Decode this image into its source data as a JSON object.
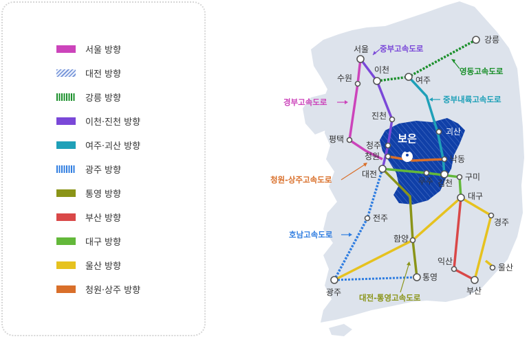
{
  "legend": {
    "items": [
      {
        "label": "서울 방향",
        "color": "#cc44bb",
        "pattern": "solid"
      },
      {
        "label": "대전 방향",
        "color": "#6f8fd6",
        "pattern": "hatch"
      },
      {
        "label": "강릉 방향",
        "color": "#1a8f2a",
        "pattern": "dashed"
      },
      {
        "label": "이천·진천 방향",
        "color": "#7a48d8",
        "pattern": "solid"
      },
      {
        "label": "여주·괴산 방향",
        "color": "#1fa0b8",
        "pattern": "solid"
      },
      {
        "label": "광주 방향",
        "color": "#2f7de0",
        "pattern": "dashed"
      },
      {
        "label": "통영 방향",
        "color": "#8a9418",
        "pattern": "solid"
      },
      {
        "label": "부산 방향",
        "color": "#d94848",
        "pattern": "solid"
      },
      {
        "label": "대구 방향",
        "color": "#63b83a",
        "pattern": "solid"
      },
      {
        "label": "울산 방향",
        "color": "#e6c21f",
        "pattern": "solid"
      },
      {
        "label": "청원·상주 방향",
        "color": "#d96f2a",
        "pattern": "solid"
      }
    ]
  },
  "map": {
    "center_label": "보은",
    "cities": {
      "seoul": "서울",
      "icheon": "이천",
      "suwon": "수원",
      "gangneung": "강릉",
      "yeoju": "여주",
      "jincheon": "진천",
      "goesan": "괴산",
      "pyeongtaek": "평택",
      "cheongju": "청주",
      "cheongwon": "청원",
      "nakdong": "낙동",
      "daejeon": "대전",
      "muju": "무주",
      "gimcheon": "김천",
      "gumi": "구미",
      "daegu": "대구",
      "jeonju": "전주",
      "gyeongju": "경주",
      "haman": "함양",
      "iksan": "익산",
      "ulsan": "울산",
      "gwangju": "광주",
      "tongyeong": "통영",
      "busan": "부산"
    },
    "roads": {
      "jungbu": "중부고속도로",
      "yeongdong": "영동고속도로",
      "gyeongbu": "경부고속도로",
      "jungbu_naeryuk": "중부내륙고속도로",
      "cheongwon_sangju": "청원-상주고속도로",
      "honam": "호남고속도로",
      "daejeon_tongyeong": "대전-통영고속도로"
    }
  }
}
